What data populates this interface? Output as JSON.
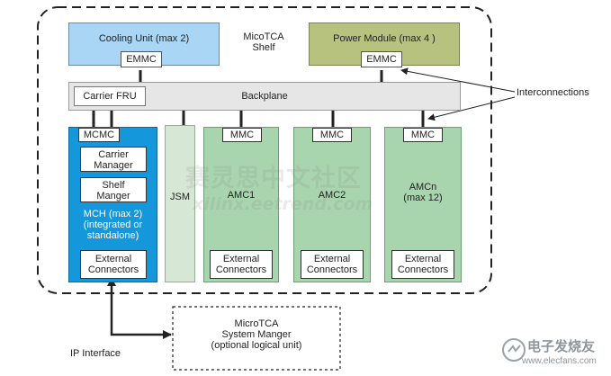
{
  "shelf": {
    "label_line1": "MicoTCA",
    "label_line2": "Shelf"
  },
  "cooling": {
    "label": "Cooling Unit (max 2)",
    "emmc": "EMMC",
    "color": "#a9d6f5"
  },
  "power": {
    "label": "Power Module (max 4 )",
    "emmc": "EMMC",
    "color": "#b6c27e"
  },
  "backplane": {
    "label": "Backplane",
    "carrier_fru": "Carrier FRU",
    "color": "#e6e6e6"
  },
  "interconnections": {
    "label": "Interconnections"
  },
  "mch": {
    "mcmc": "MCMC",
    "carrier_manager": [
      "Carrier",
      "Manager"
    ],
    "shelf_manager": [
      "Shelf",
      "Manger"
    ],
    "description": [
      "MCH (max 2)",
      "(integrated or",
      "standalone)"
    ],
    "external": [
      "External",
      "Connectors"
    ],
    "color": "#1497db"
  },
  "jsm": {
    "label": "JSM",
    "color": "#d6e7d6"
  },
  "amcs": [
    {
      "mmc": "MMC",
      "label": [
        "AMC1"
      ],
      "external": [
        "External",
        "Connectors"
      ]
    },
    {
      "mmc": "MMC",
      "label": [
        "AMC2"
      ],
      "external": [
        "External",
        "Connectors"
      ]
    },
    {
      "mmc": "MMC",
      "label": [
        "AMCn",
        "(max 12)"
      ],
      "external": [
        "External",
        "Connectors"
      ]
    }
  ],
  "amc_color": "#a8d5ae",
  "system_manager": {
    "lines": [
      "MicroTCA",
      "System Manger",
      "(optional logical unit)"
    ]
  },
  "ip_interface": {
    "label": "IP Interface"
  },
  "watermark": {
    "chinese": "赛灵思中文社区",
    "url": "xilinx.eetrend.com",
    "brand": "电子发烧友",
    "site": "www.elecfans.com"
  }
}
